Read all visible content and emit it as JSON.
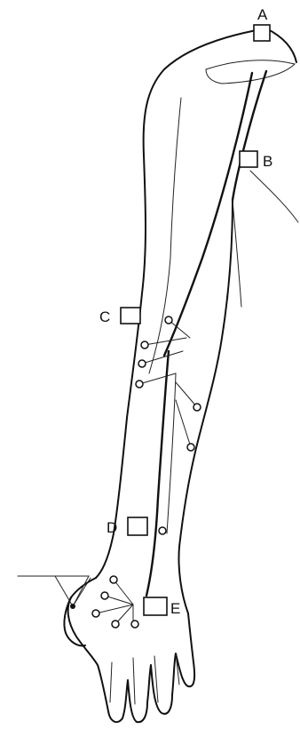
{
  "markers": [
    {
      "id": "A",
      "label": "A"
    },
    {
      "id": "B",
      "label": "B"
    },
    {
      "id": "C",
      "label": "C"
    },
    {
      "id": "D",
      "label": "D"
    },
    {
      "id": "E",
      "label": "E"
    }
  ]
}
